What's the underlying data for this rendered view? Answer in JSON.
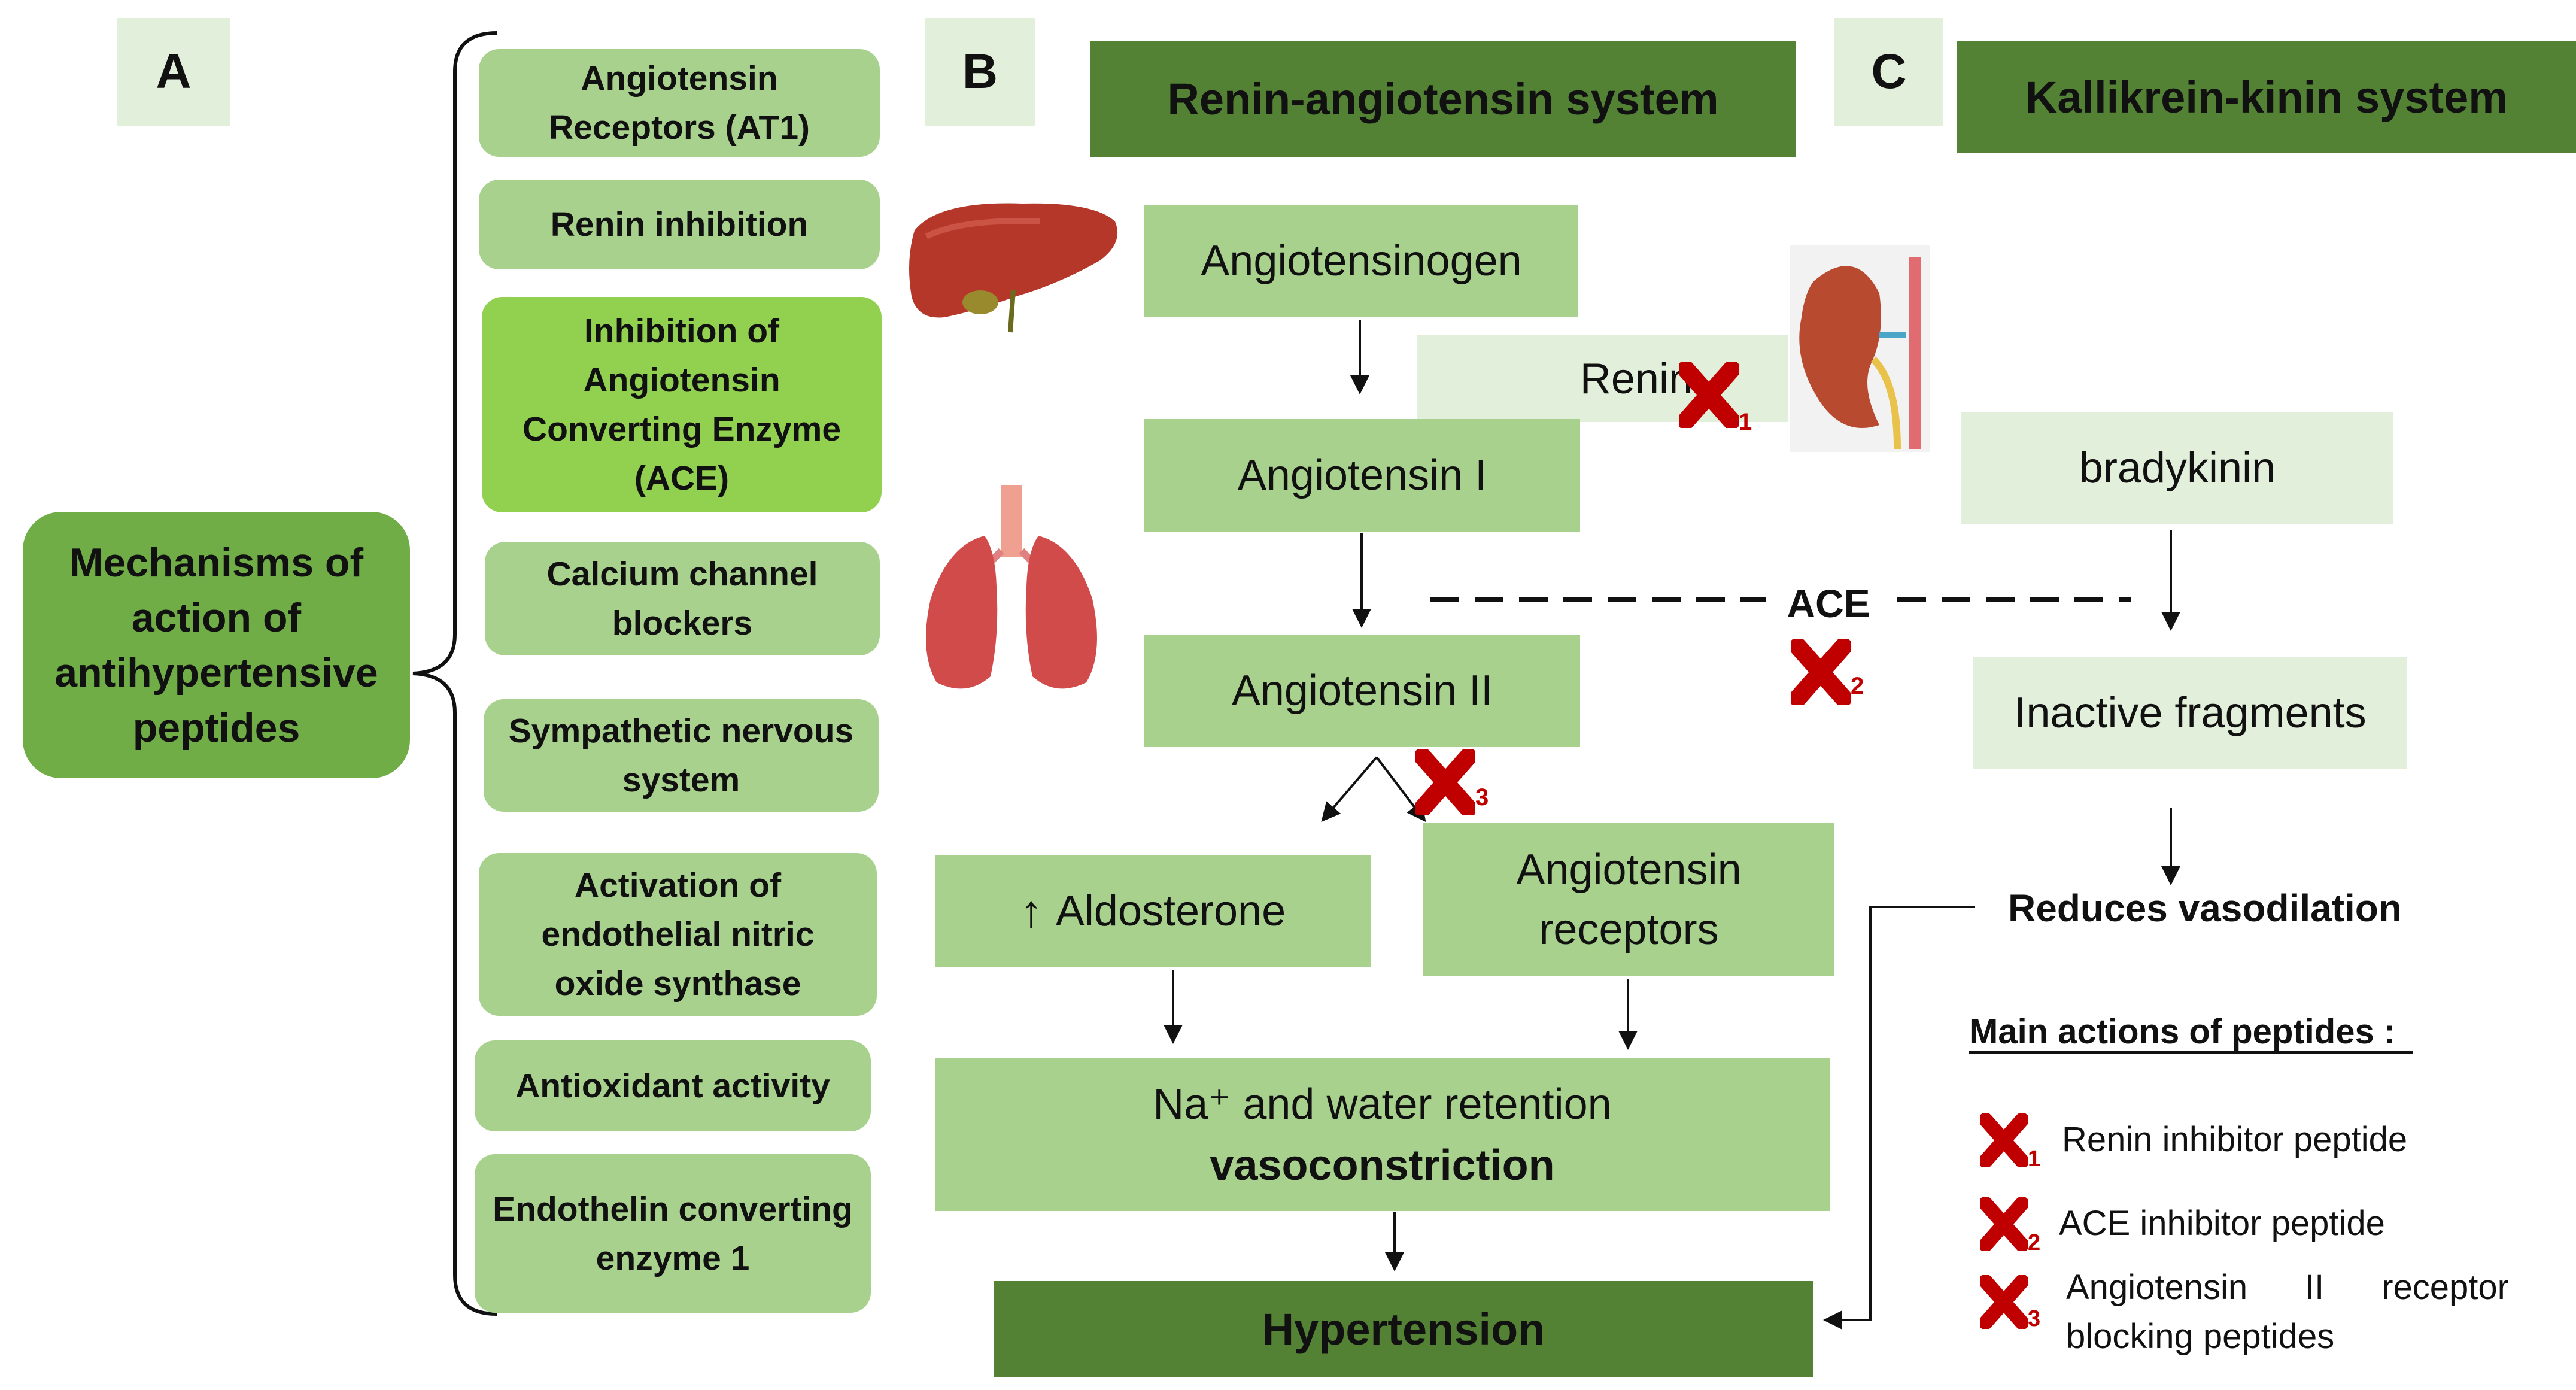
{
  "panels": {
    "a": "A",
    "b": "B",
    "c": "C"
  },
  "mechanisms": {
    "center": "Mechanisms of action of antihypertensive peptides",
    "items": [
      "Angiotensin Receptors (AT1)",
      "Renin inhibition",
      "Inhibition of Angiotensin Converting Enzyme (ACE)",
      "Calcium channel blockers",
      "Sympathetic nervous system",
      "Activation of endothelial nitric oxide synthase",
      "Antioxidant activity",
      "Endothelin converting enzyme 1"
    ]
  },
  "ras": {
    "title": "Renin-angiotensin system",
    "angiotensinogen": "Angiotensinogen",
    "renin": "Renin",
    "angiotensin_1": "Angiotensin I",
    "angiotensin_2": "Angiotensin II",
    "aldosterone": "Aldosterone",
    "aldosterone_arrow": "↑",
    "receptors": "Angiotensin receptors",
    "retention": "Na⁺ and water retention",
    "vasoconstriction": "vasoconstriction",
    "hypertension": "Hypertension"
  },
  "kks": {
    "title": "Kallikrein-kinin system",
    "bradykinin": "bradykinin",
    "ace": "ACE",
    "fragments": "Inactive fragments",
    "reduces": "Reduces vasodilation"
  },
  "legend": {
    "title": "Main actions of peptides :",
    "items": [
      {
        "num": "1",
        "text": "Renin inhibitor peptide"
      },
      {
        "num": "2",
        "text": "ACE inhibitor peptide"
      },
      {
        "num": "3",
        "text": "Angiotensin II receptor blocking peptides"
      }
    ]
  },
  "markers": {
    "m1": "1",
    "m2": "2",
    "m3": "3"
  },
  "icons": {
    "liver": "liver-icon",
    "lungs": "lungs-icon",
    "kidney": "kidney-icon",
    "inhibition": "red-x-icon"
  },
  "colors": {
    "dark_green": "#548235",
    "medium_green": "#70ad47",
    "box_green": "#a9d18e",
    "highlight_green": "#92d050",
    "light_green": "#e2efda",
    "inhibition_red": "#c00000"
  }
}
